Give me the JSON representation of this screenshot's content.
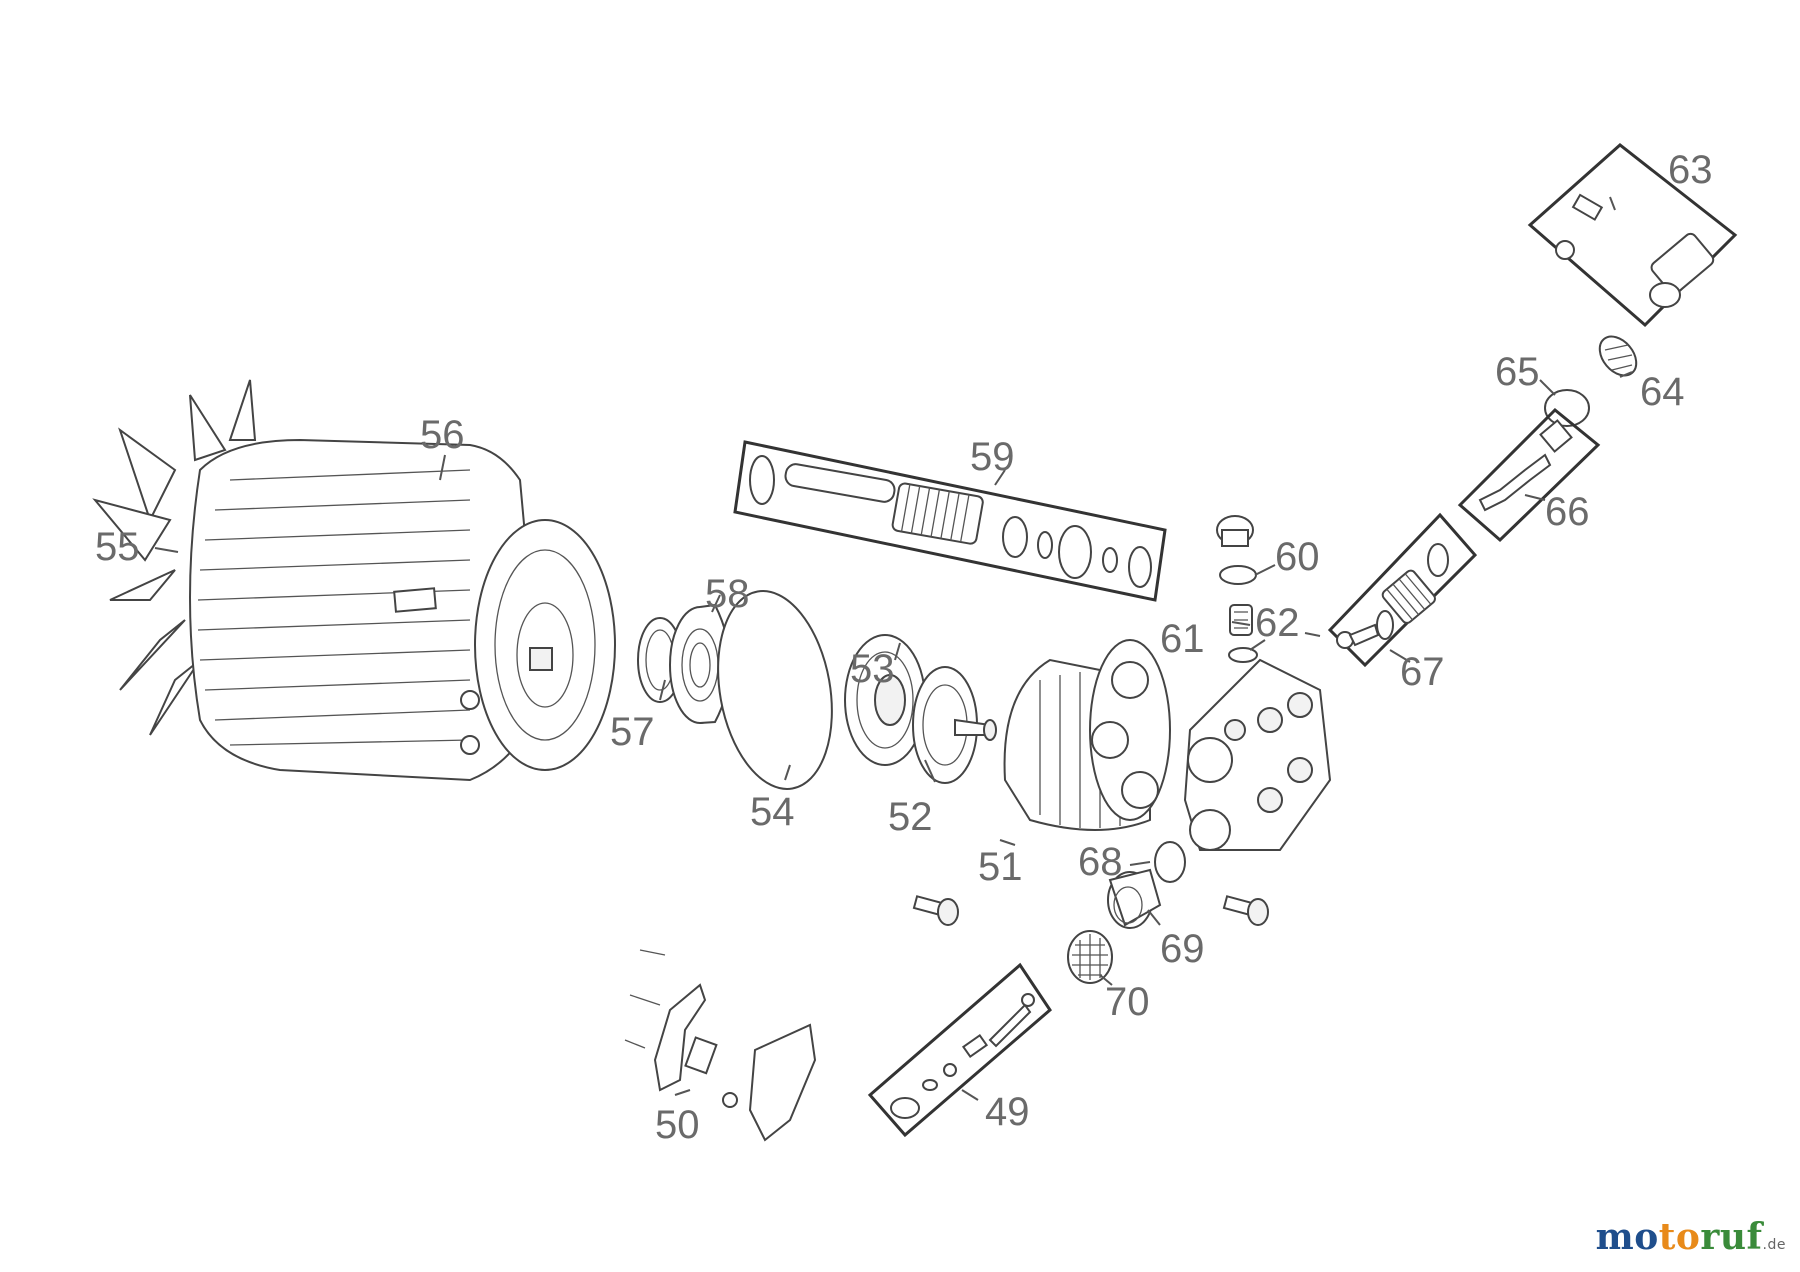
{
  "parts": [
    {
      "id": "49",
      "label": "49"
    },
    {
      "id": "50",
      "label": "50"
    },
    {
      "id": "51",
      "label": "51"
    },
    {
      "id": "52",
      "label": "52"
    },
    {
      "id": "53",
      "label": "53"
    },
    {
      "id": "54",
      "label": "54"
    },
    {
      "id": "55",
      "label": "55"
    },
    {
      "id": "56",
      "label": "56"
    },
    {
      "id": "57",
      "label": "57"
    },
    {
      "id": "58",
      "label": "58"
    },
    {
      "id": "59",
      "label": "59"
    },
    {
      "id": "60",
      "label": "60"
    },
    {
      "id": "61",
      "label": "61"
    },
    {
      "id": "62",
      "label": "62"
    },
    {
      "id": "63",
      "label": "63"
    },
    {
      "id": "64",
      "label": "64"
    },
    {
      "id": "65",
      "label": "65"
    },
    {
      "id": "66",
      "label": "66"
    },
    {
      "id": "67",
      "label": "67"
    },
    {
      "id": "68",
      "label": "68"
    },
    {
      "id": "69",
      "label": "69"
    },
    {
      "id": "70",
      "label": "70"
    }
  ],
  "watermark": {
    "part1": "mo",
    "part2": "to",
    "part3": "ruf",
    "suffix": ".de"
  },
  "colors": {
    "label": "#6a6a6a",
    "line": "#444444",
    "brand_blue": "#1f4e8c",
    "brand_orange": "#e88a1a",
    "brand_green": "#3a8b3a"
  }
}
